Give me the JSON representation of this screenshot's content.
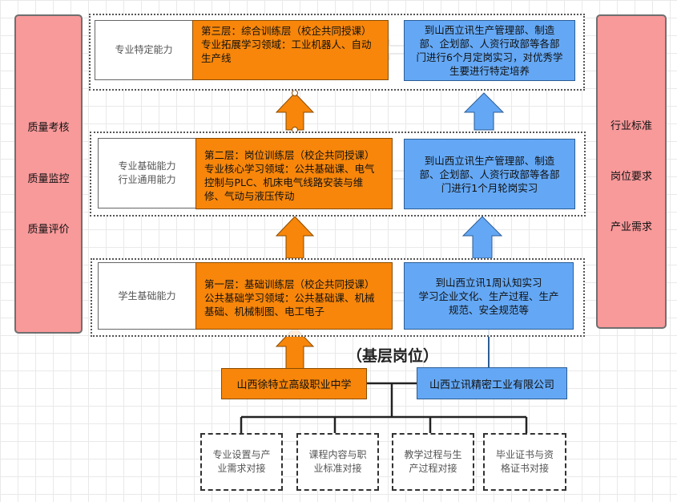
{
  "left_panel": {
    "items": [
      "质量考核",
      "质量监控",
      "质量评价"
    ]
  },
  "right_panel": {
    "items": [
      "行业标准",
      "岗位要求",
      "产业需求"
    ]
  },
  "layers": [
    {
      "ability": [
        "专业特定能力"
      ],
      "training": [
        "第三层：综合训练层（校企共同授课）",
        "专业拓展学习领域：工业机器人、自动",
        "生产线"
      ],
      "practice": [
        "到山西立讯生产管理部、制造",
        "部、企划部、人资行政部等各部",
        "门进行6个月定岗实习，对优秀学",
        "生要进行特定培养"
      ]
    },
    {
      "ability": [
        "专业基础能力",
        "行业通用能力"
      ],
      "training": [
        "第二层：岗位训练层（校企共同授课）",
        "专业核心学习领域：公共基础课、电气",
        "控制与PLC、机床电气线路安装与维",
        "修、气动与液压传动"
      ],
      "practice": [
        "到山西立讯生产管理部、制造",
        "部、企划部、人资行政部等各部",
        "门进行1个月轮岗实习"
      ]
    },
    {
      "ability": [
        "学生基础能力"
      ],
      "training": [
        "第一层：基础训练层（校企共同授课）",
        "公共基础学习领域：公共基础课、机械",
        "基础、机械制图、电工电子"
      ],
      "practice": [
        "到山西立讯1周认知实习",
        "学习企业文化、生产过程、生产",
        "规范、安全规范等"
      ]
    }
  ],
  "base_post": "（基层岗位）",
  "school": "山西徐特立高级职业中学",
  "company": "山西立讯精密工业有限公司",
  "links": [
    [
      "专业设置与产",
      "业需求对接"
    ],
    [
      "课程内容与职",
      "业标准对接"
    ],
    [
      "教学过程与生",
      "产过程对接"
    ],
    [
      "毕业证书与资",
      "格证书对接"
    ]
  ],
  "colors": {
    "orange": "#f7860a",
    "blue": "#64a8f5",
    "pink": "#f8999a"
  }
}
